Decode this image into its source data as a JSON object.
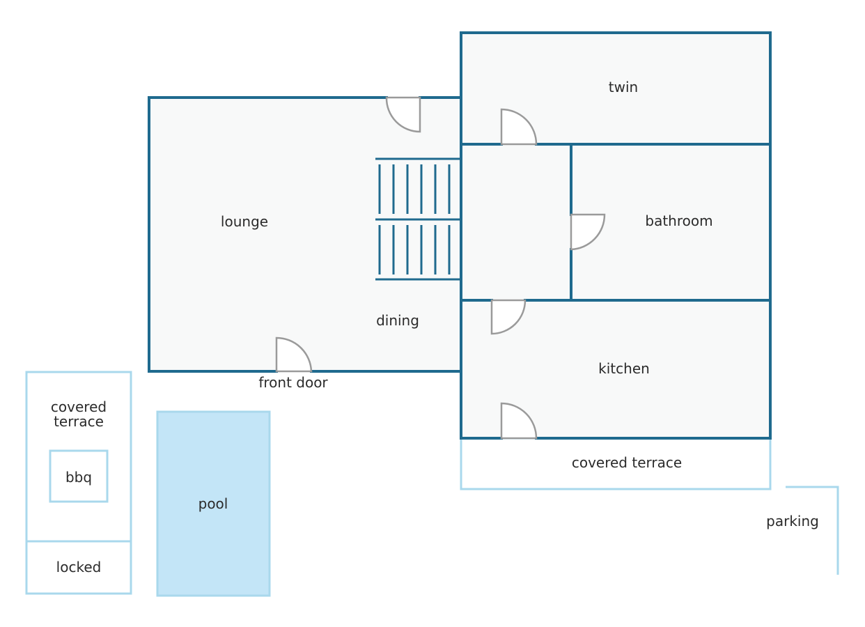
{
  "labels": {
    "twin": "twin",
    "lounge": "lounge",
    "bathroom": "bathroom",
    "dining": "dining",
    "kitchen": "kitchen",
    "front_door": "front door",
    "covered_terrace_left_1": "covered",
    "covered_terrace_left_2": "terrace",
    "bbq": "bbq",
    "pool": "pool",
    "covered_terrace_right": "covered terrace",
    "parking": "parking",
    "locked": "locked"
  },
  "colors": {
    "wall": "#1f6a8e",
    "outdoor_outline": "#a9d8ec",
    "pool_fill": "#c3e5f7",
    "room_fill": "#f8f9f9",
    "door": "#9a9a9a"
  }
}
